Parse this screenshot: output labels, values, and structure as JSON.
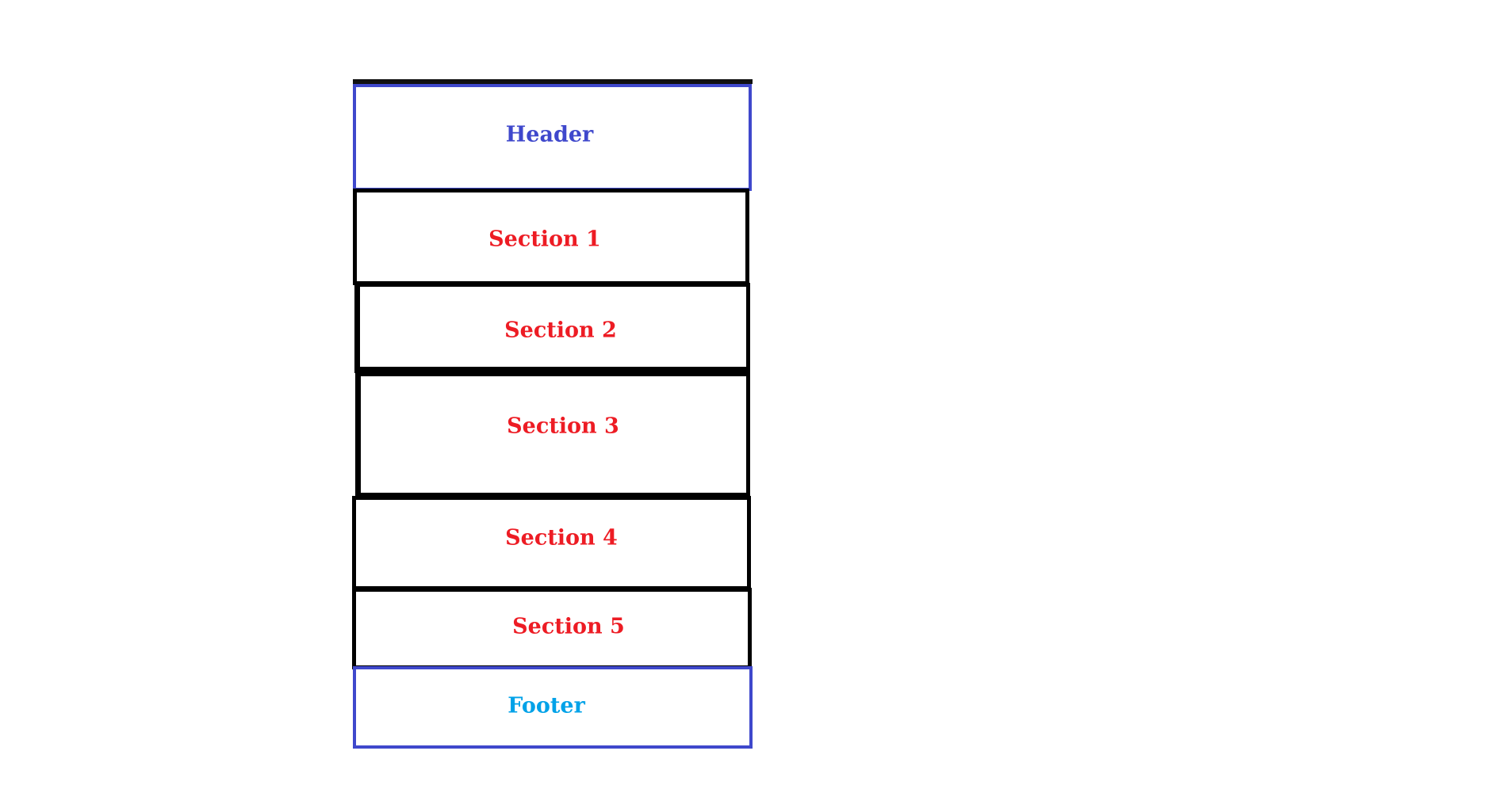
{
  "diagram": {
    "blocks": [
      {
        "id": "header",
        "label": "Header",
        "color": "#3f48cc",
        "border_color": "#3f48cc"
      },
      {
        "id": "section-1",
        "label": "Section 1",
        "color": "#ed1c24",
        "border_color": "#000000"
      },
      {
        "id": "section-2",
        "label": "Section 2",
        "color": "#ed1c24",
        "border_color": "#000000"
      },
      {
        "id": "section-3",
        "label": "Section 3",
        "color": "#ed1c24",
        "border_color": "#000000"
      },
      {
        "id": "section-4",
        "label": "Section 4",
        "color": "#ed1c24",
        "border_color": "#000000"
      },
      {
        "id": "section-5",
        "label": "Section 5",
        "color": "#ed1c24",
        "border_color": "#000000"
      },
      {
        "id": "footer",
        "label": "Footer",
        "color": "#00a2e8",
        "border_color": "#3f48cc"
      }
    ]
  }
}
